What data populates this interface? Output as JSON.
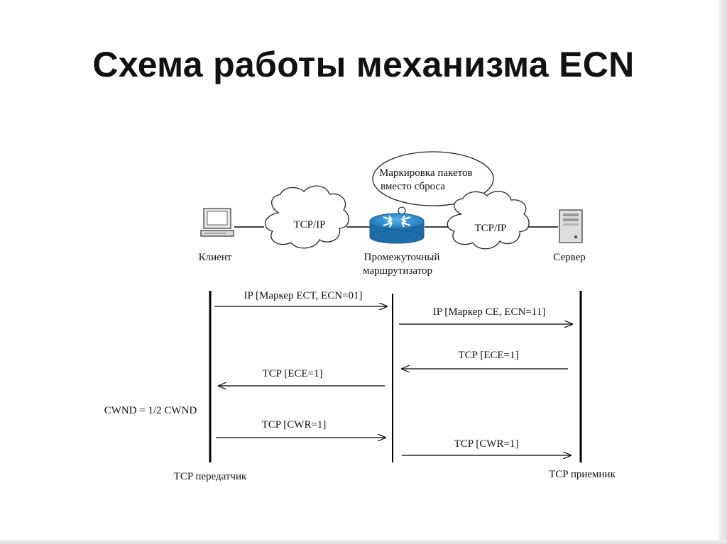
{
  "slide": {
    "title": "Схема работы механизма ECN"
  },
  "topology": {
    "client_label": "Клиент",
    "server_label": "Сервер",
    "router_label_line1": "Промежуточный",
    "router_label_line2": "маршрутизатор",
    "cloud_left_label": "TCP/IP",
    "cloud_right_label": "TCP/IP",
    "bubble_line1": "Маркировка пакетов",
    "bubble_line2": "вместо сброса"
  },
  "sequence": {
    "sender_label": "TCP передатчик",
    "receiver_label": "TCP приемник",
    "cwnd_note": "CWND = 1/2 CWND",
    "messages": [
      "IP [Маркер ECT, ECN=01]",
      "IP [Маркер CE, ECN=11]",
      "TCP [ECE=1]",
      "TCP [ECE=1]",
      "TCP [CWR=1]",
      "TCP [CWR=1]"
    ]
  },
  "colors": {
    "router": "#2f8fd0",
    "line": "#000000"
  }
}
